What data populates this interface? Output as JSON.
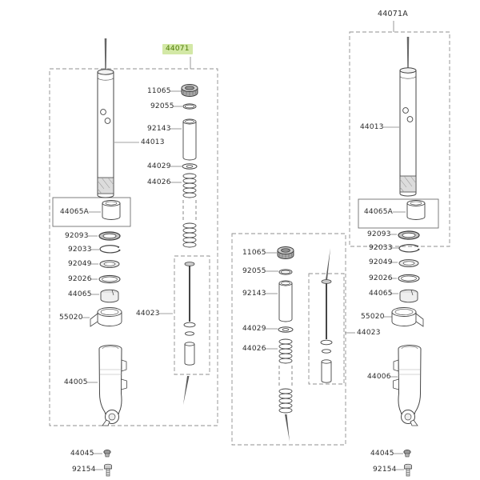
{
  "colors": {
    "highlight_bg": "#d3e8a6",
    "highlight_text": "#4e7d05",
    "line_color": "#454545",
    "box_dash_color": "#8f8f8f"
  },
  "left_assembly": {
    "assembly_label": "44071",
    "labels": {
      "11065": "11065",
      "92055": "92055",
      "92143": "92143",
      "44013": "44013",
      "44029": "44029",
      "44026": "44026",
      "44065A": "44065A",
      "92093": "92093",
      "92033": "92033",
      "92049": "92049",
      "92026": "92026",
      "44065": "44065",
      "55020": "55020",
      "44023": "44023",
      "44005": "44005",
      "44045": "44045",
      "92154": "92154"
    }
  },
  "right_assembly": {
    "assembly_label": "44071A",
    "labels": {
      "44013": "44013",
      "44065A": "44065A",
      "92093": "92093",
      "92033": "92033",
      "92049": "92049",
      "92026": "92026",
      "44065": "44065",
      "55020": "55020",
      "11065": "11065",
      "92055": "92055",
      "92143": "92143",
      "44029": "44029",
      "44026": "44026",
      "44023": "44023",
      "44006": "44006",
      "44045": "44045",
      "92154": "92154"
    }
  }
}
